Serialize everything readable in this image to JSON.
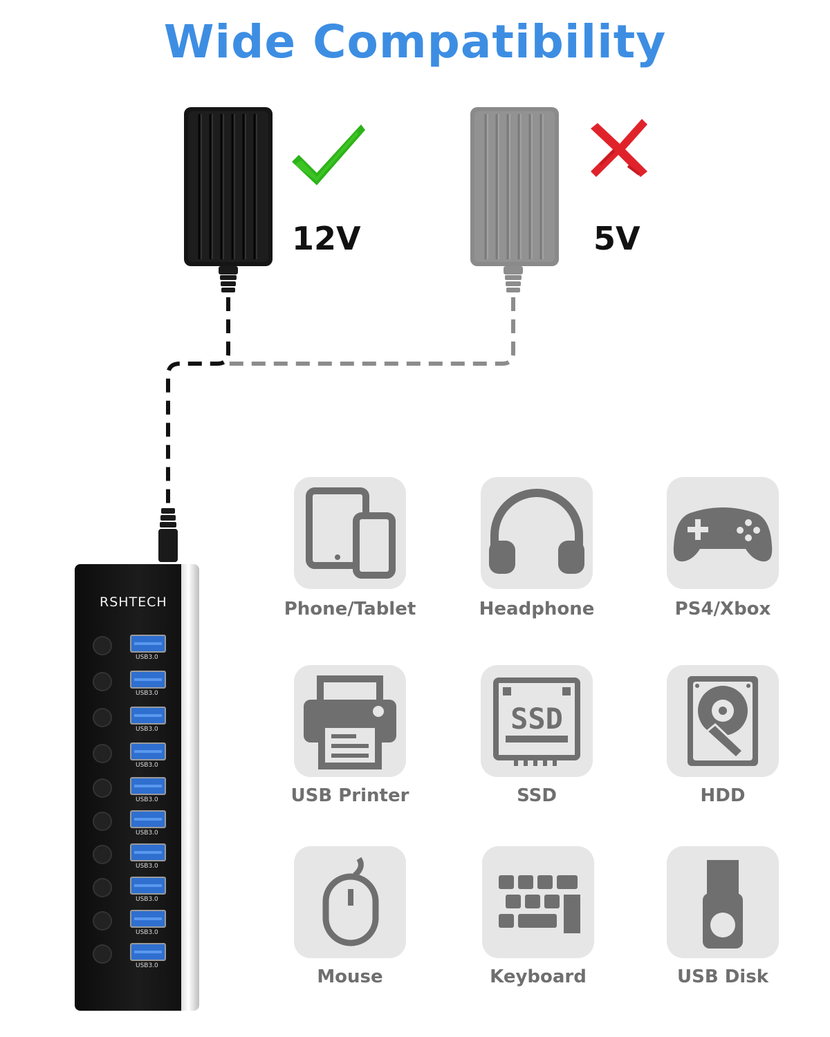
{
  "title": "Wide Compatibility",
  "colors": {
    "title": "#3d8ee3",
    "check": "#2db31a",
    "cross": "#e0232b",
    "tile": "#e6e6e6",
    "icon": "#6f6f6f",
    "port": "#2f6fcf"
  },
  "adapters": [
    {
      "voltage": "12V",
      "status_icon": "check-icon"
    },
    {
      "voltage": "5V",
      "status_icon": "cross-icon"
    }
  ],
  "hub": {
    "brand": "RSHTECH",
    "port_label": "USB3.0",
    "port_count": 10
  },
  "devices": [
    {
      "label": "Phone/Tablet",
      "icon": "phone-tablet-icon"
    },
    {
      "label": "Headphone",
      "icon": "headphone-icon"
    },
    {
      "label": "PS4/Xbox",
      "icon": "gamepad-icon"
    },
    {
      "label": "USB Printer",
      "icon": "printer-icon"
    },
    {
      "label": "SSD",
      "icon": "ssd-icon"
    },
    {
      "label": "HDD",
      "icon": "hdd-icon"
    },
    {
      "label": "Mouse",
      "icon": "mouse-icon"
    },
    {
      "label": "Keyboard",
      "icon": "keyboard-icon"
    },
    {
      "label": "USB Disk",
      "icon": "usb-disk-icon"
    }
  ]
}
